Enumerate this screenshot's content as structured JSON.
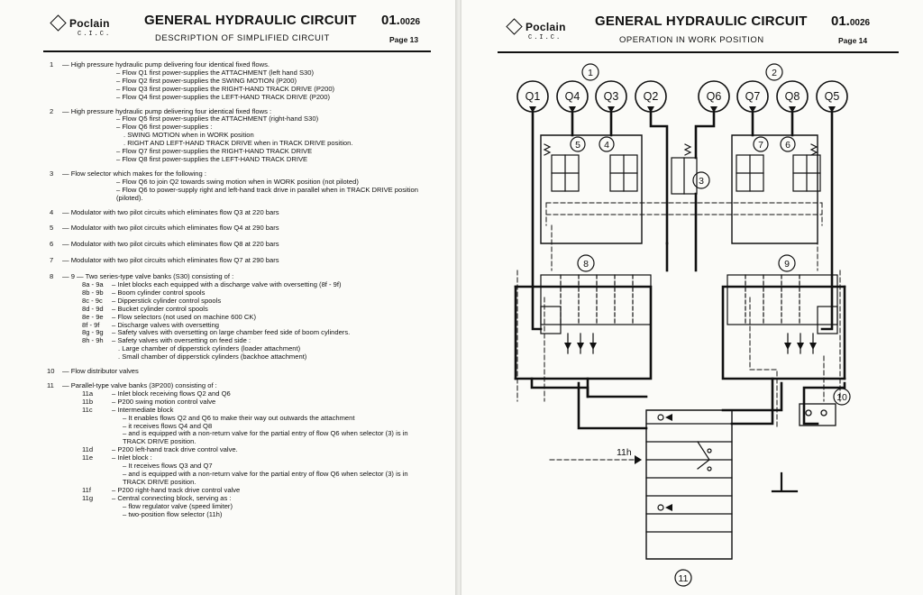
{
  "left_page": {
    "header": {
      "brand": "Poclain",
      "brand_sub": "C.I.C.",
      "title": "GENERAL HYDRAULIC CIRCUIT",
      "subtitle": "DESCRIPTION OF SIMPLIFIED CIRCUIT",
      "doc_number": "01.",
      "doc_number_small": "0026",
      "page": "Page 13"
    },
    "items": [
      {
        "n": "1",
        "text": "— High pressure hydraulic pump delivering four identical fixed flows.",
        "subs": [
          "– Flow Q1 first power-supplies the ATTACHMENT (left hand S30)",
          "– Flow Q2 first power-supplies the SWING MOTION (P200)",
          "– Flow Q3 first power-supplies the RIGHT-HAND TRACK DRIVE (P200)",
          "– Flow Q4 first power-supplies the LEFT-HAND TRACK DRIVE (P200)"
        ]
      },
      {
        "n": "2",
        "text": "— High pressure hydraulic pump delivering four identical fixed flows :",
        "subs": [
          "– Flow Q5 first power-supplies the ATTACHMENT (right-hand S30)",
          "– Flow Q6 first power-supplies :"
        ],
        "subs2": [
          ". SWING MOTION when in WORK position",
          ". RIGHT AND LEFT-HAND TRACK DRIVE when in TRACK DRIVE position."
        ],
        "subs3": [
          "– Flow Q7 first power-supplies the RIGHT-HAND TRACK DRIVE",
          "– Flow Q8 first power-supplies the LEFT-HAND TRACK DRIVE"
        ]
      },
      {
        "n": "3",
        "text": "— Flow selector which makes for the following :",
        "subs": [
          "– Flow Q6 to join  Q2 towards swing motion when in WORK position (not piloted)",
          "– Flow Q6 to power-supply right and left-hand track drive in parallel when in TRACK DRIVE position (piloted)."
        ]
      },
      {
        "n": "4",
        "text": "— Modulator with two pilot circuits which eliminates flow Q3 at 220 bars"
      },
      {
        "n": "5",
        "text": "— Modulator with two pilot circuits which eliminates flow Q4 at 290 bars"
      },
      {
        "n": "6",
        "text": "— Modulator with two pilot circuits which eliminates flow Q8 at 220 bars"
      },
      {
        "n": "7",
        "text": "— Modulator with two pilot circuits which eliminates flow Q7 at 290 bars"
      }
    ],
    "item8": {
      "n": "8",
      "text": "— 9  —  Two series-type valve banks (S30) consisting of :",
      "rows": [
        {
          "k": "8a - 9a",
          "v": "– Inlet blocks each equipped with a discharge valve with oversetting (8f - 9f)"
        },
        {
          "k": "8b - 9b",
          "v": "– Boom cylinder control spools"
        },
        {
          "k": "8c - 9c",
          "v": "– Dipperstick cylinder control spools"
        },
        {
          "k": "8d - 9d",
          "v": "– Bucket cylinder control spools"
        },
        {
          "k": "8e - 9e",
          "v": "– Flow selectors (not used on machine 600 CK)"
        },
        {
          "k": "8f - 9f",
          "v": "– Discharge valves with oversetting"
        },
        {
          "k": "8g - 9g",
          "v": "– Safety valves with oversetting on large chamber feed side of boom cylinders."
        },
        {
          "k": "8h - 9h",
          "v": "– Safety valves with oversetting on feed side :"
        }
      ],
      "tail": [
        ". Large chamber of dipperstick cylinders (loader attachment)",
        ". Small chamber of dipperstick cylinders (backhoe attachment)"
      ]
    },
    "item10": {
      "n": "10",
      "text": "— Flow distributor valves"
    },
    "item11": {
      "n": "11",
      "text": "— Parallel-type valve banks (3P200) consisting of :",
      "rows": [
        {
          "k": "11a",
          "v": "– Inlet block receiving flows Q2 and Q6"
        },
        {
          "k": "11b",
          "v": "– P200 swing motion control valve"
        },
        {
          "k": "11c",
          "v": "– Intermediate block"
        }
      ],
      "c_subs": [
        "– It enables flows Q2 and Q6 to make their way out outwards the attachment",
        "– it receives flows Q4 and Q8",
        "– and is equipped with a non-return valve for the partial entry of flow Q6 when selector (3) is in TRACK DRIVE position."
      ],
      "rows2": [
        {
          "k": "11d",
          "v": "– P200 left-hand track drive control valve."
        },
        {
          "k": "11e",
          "v": "– Inlet block :"
        }
      ],
      "e_subs": [
        "– It receives flows Q3 and Q7",
        "– and is equipped with a non-return valve for the partial entry of flow Q6 when selector (3) is in TRACK DRIVE position."
      ],
      "rows3": [
        {
          "k": "11f",
          "v": "– P200 right-hand track drive control valve"
        },
        {
          "k": "11g",
          "v": "– Central connecting block, serving as :"
        }
      ],
      "g_subs": [
        "– flow regulator valve (speed limiter)",
        "– two-position flow selector (11h)"
      ]
    }
  },
  "right_page": {
    "header": {
      "brand": "Poclain",
      "brand_sub": "C.I.C.",
      "title": "GENERAL HYDRAULIC CIRCUIT",
      "subtitle": "OPERATION IN WORK POSITION",
      "doc_number": "01.",
      "doc_number_small": "0026",
      "page": "Page 14"
    },
    "diagram": {
      "pumps": [
        "Q1",
        "Q4",
        "Q3",
        "Q2",
        "Q6",
        "Q7",
        "Q8",
        "Q5"
      ],
      "callouts": [
        "1",
        "2",
        "3",
        "4",
        "5",
        "6",
        "7",
        "8",
        "9",
        "10",
        "11"
      ],
      "label_11h": "11h"
    }
  }
}
